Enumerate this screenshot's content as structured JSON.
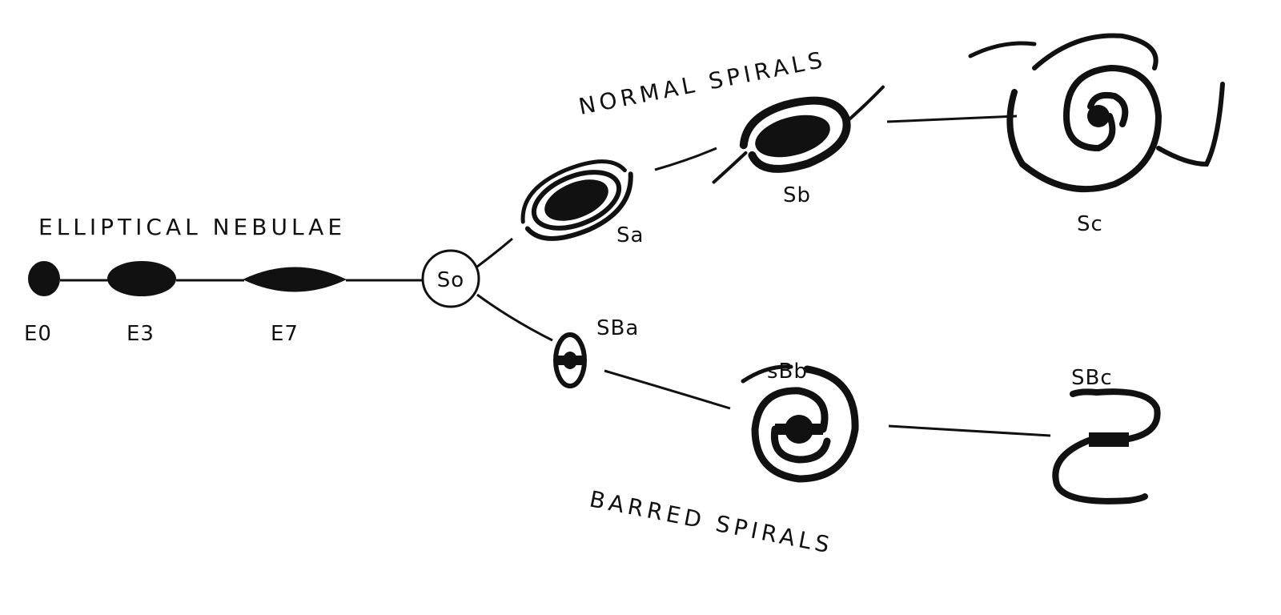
{
  "titles": {
    "elliptical": "ELLIPTICAL NEBULAE",
    "normal": "NORMAL SPIRALS",
    "barred": "BARRED SPIRALS"
  },
  "labels": {
    "e0": "E0",
    "e3": "E3",
    "e7": "E7",
    "s0": "So",
    "sa": "Sa",
    "sb": "Sb",
    "sc": "Sc",
    "sba": "SBa",
    "sbb": "sBb",
    "sbc": "SBc"
  },
  "colors": {
    "ink": "#111111",
    "background": "#ffffff"
  }
}
